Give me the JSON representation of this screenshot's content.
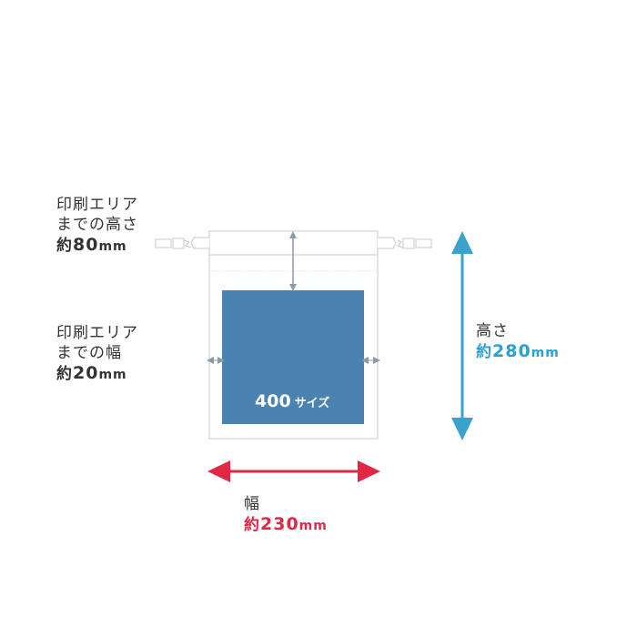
{
  "print_height_label": {
    "line1": "印刷エリア",
    "line2": "までの高さ",
    "prefix": "約",
    "number": "80",
    "unit": "mm"
  },
  "print_width_label": {
    "line1": "印刷エリア",
    "line2": "までの幅",
    "prefix": "約",
    "number": "20",
    "unit": "mm"
  },
  "height_label": {
    "line1": "高さ",
    "prefix": "約",
    "number": "280",
    "unit": "mm"
  },
  "width_label": {
    "line1": "幅",
    "prefix": "約",
    "number": "230",
    "unit": "mm"
  },
  "print_area": {
    "number": "400",
    "suffix": "サイズ"
  },
  "colors": {
    "print_area": "#4a83af",
    "height_arrow": "#3aa3cc",
    "width_arrow": "#e02845",
    "height_text": "#2aa0d8",
    "width_text": "#e02845",
    "guide_arrow": "#8a9bab",
    "bag_outline": "#c8c8c8"
  }
}
